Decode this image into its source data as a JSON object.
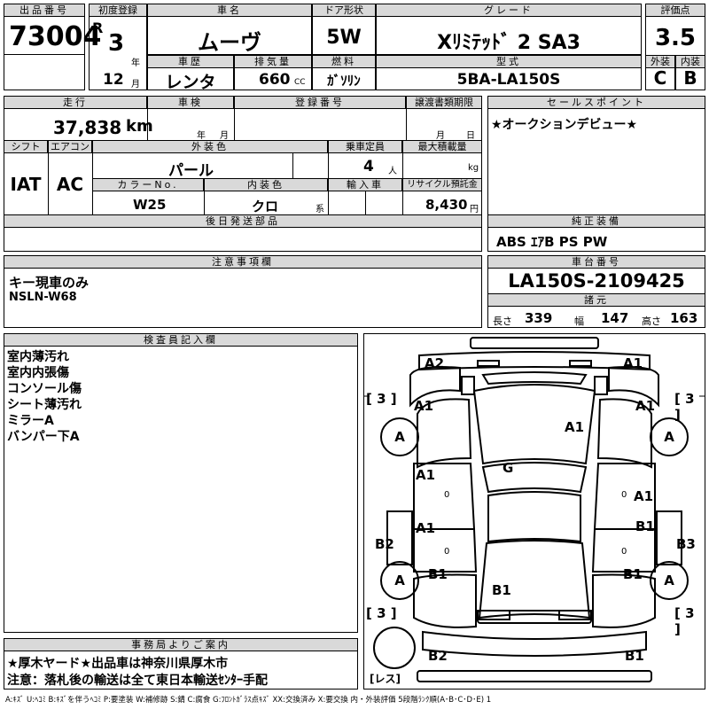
{
  "row1": {
    "lot_no_label": "出品番号",
    "lot_no": "73004",
    "first_reg_label": "初度登録",
    "era": "R",
    "reg_year": "3",
    "year_unit": "年",
    "reg_month": "12",
    "month_unit": "月",
    "model_label": "車名",
    "model": "ムーヴ",
    "door_label": "ドア形状",
    "door": "5W",
    "grade_label": "グレード",
    "grade": "Xﾘﾐﾃｯﾄﾞ 2 SA3",
    "score_label": "評価点",
    "score": "3.5",
    "history_label": "車歴",
    "history": "レンタ",
    "displacement_label": "排気量",
    "displacement": "660",
    "cc_unit": "CC",
    "fuel_label": "燃料",
    "fuel": "ｶﾞｿﾘﾝ",
    "type_label": "型式",
    "type": "5BA-LA150S",
    "exterior_label": "外装",
    "exterior": "C",
    "interior_label": "内装",
    "interior": "B"
  },
  "row2": {
    "mileage_label": "走行",
    "mileage": "37,838",
    "km_unit": "km",
    "inspection_label": "車検",
    "year_unit": "年",
    "month_unit": "月",
    "reg_no_label": "登録番号",
    "transfer_label": "譲渡書類期限",
    "transfer_month_unit": "月",
    "transfer_day_unit": "日",
    "shift_label": "シフト",
    "shift": "IAT",
    "ac_label": "エアコン",
    "ac": "AC",
    "ext_color_label": "外装色",
    "ext_color": "パール",
    "capacity_label": "乗車定員",
    "capacity": "4",
    "capacity_unit": "人",
    "max_load_label": "最大積載量",
    "kg_unit": "kg",
    "color_no_label": "カラーNo.",
    "color_no": "W25",
    "int_color_label": "内装色",
    "int_color": "クロ",
    "int_color_unit": "系",
    "import_label": "輸入車",
    "recycle_label": "リサイクル預託金",
    "recycle": "8,430",
    "yen_unit": "円",
    "selling_label": "セールスポイント",
    "selling": "★オークションデビュー★"
  },
  "parts": {
    "later_parts_label": "後日発送部品",
    "equip_label": "純正装備",
    "equip": "ABS ｴｱB PS PW"
  },
  "notes": {
    "label": "注意事項欄",
    "lines": [
      "キー現車のみ",
      "NSLN-W68"
    ]
  },
  "chassis": {
    "label": "車台番号",
    "number": "LA150S-2109425",
    "dims_label": "諸元",
    "length_label": "長さ",
    "length": "339",
    "width_label": "幅",
    "width": "147",
    "height_label": "高さ",
    "height": "163"
  },
  "inspector": {
    "label": "検査員記入欄",
    "lines": [
      "室内薄汚れ",
      "室内内張傷",
      "コンソール傷",
      "シート薄汚れ",
      "ミラーA",
      "バンパー下A"
    ]
  },
  "diagram": {
    "grades": {
      "front_left": "A2",
      "front_right": "A1",
      "fl_fender": "A1",
      "fr_fender": "A1",
      "hood": "A1",
      "windshield": "G",
      "l_front_door": "A1",
      "r_front_door": "A1",
      "l_rear_door": "A1",
      "r_rear_door": "B1",
      "l_rocker": "B2",
      "r_rocker": "B3",
      "l_quarter": "B1",
      "r_quarter": "B1",
      "roof": "B1",
      "rear_left": "B2",
      "rear_right": "B1",
      "wheel_fl": "A",
      "wheel_fr": "A",
      "wheel_rl": "A",
      "wheel_rr": "A"
    },
    "tire_tl": "[ 3 ]",
    "tire_tr": "[ 3 ]",
    "tire_bl": "[ 3 ]",
    "tire_br": "[ 3 ]",
    "spare": "[レス]",
    "zeros": [
      "0",
      "0",
      "0",
      "0"
    ]
  },
  "office": {
    "label": "事務局よりご案内",
    "lines": [
      "★厚木ヤード★出品車は神奈川県厚木市",
      "注意：落札後の輸送は全て東日本輸送ｾﾝﾀｰ手配"
    ]
  },
  "legend": "A:ｷｽﾞ U:ﾍｺﾐ B:ｷｽﾞを伴うﾍｺﾐ P:要塗装 W:補修跡 S:錆 C:腐食 G:ﾌﾛﾝﾄｶﾞﾗｽ点ｷｽﾞ XX:交換済み X:要交換 内・外装評価 5段階ﾗﾝｸ順(A･B･C･D･E) 1"
}
